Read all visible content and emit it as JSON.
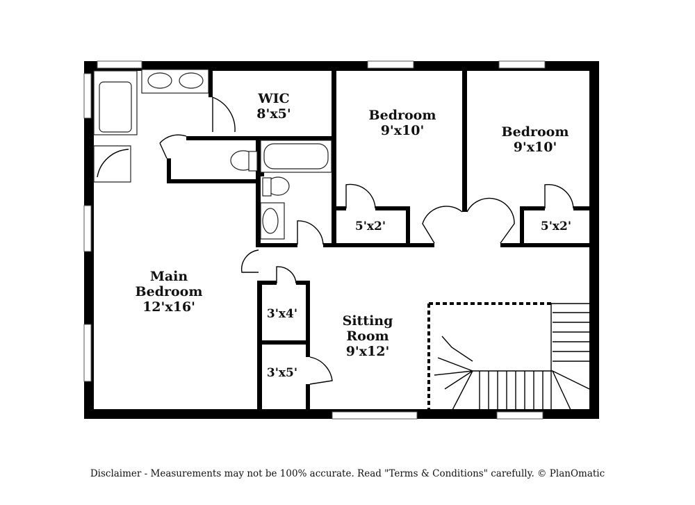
{
  "rooms": {
    "wic": {
      "name": "WIC",
      "size": "8'x5'"
    },
    "bedroom_mid": {
      "name": "Bedroom",
      "size": "9'x10'"
    },
    "bedroom_right": {
      "name": "Bedroom",
      "size": "9'x10'"
    },
    "closet_mid": {
      "size": "5'x2'"
    },
    "closet_right": {
      "size": "5'x2'"
    },
    "main_bedroom": {
      "name_line1": "Main",
      "name_line2": "Bedroom",
      "size": "12'x16'"
    },
    "closet_34": {
      "size": "3'x4'"
    },
    "closet_35": {
      "size": "3'x5'"
    },
    "sitting_room": {
      "name_line1": "Sitting",
      "name_line2": "Room",
      "size": "9'x12'"
    }
  },
  "footer": {
    "disclaimer": "Disclaimer - Measurements may not be 100% accurate. Read \"Terms & Conditions\" carefully. © PlanOmatic"
  }
}
